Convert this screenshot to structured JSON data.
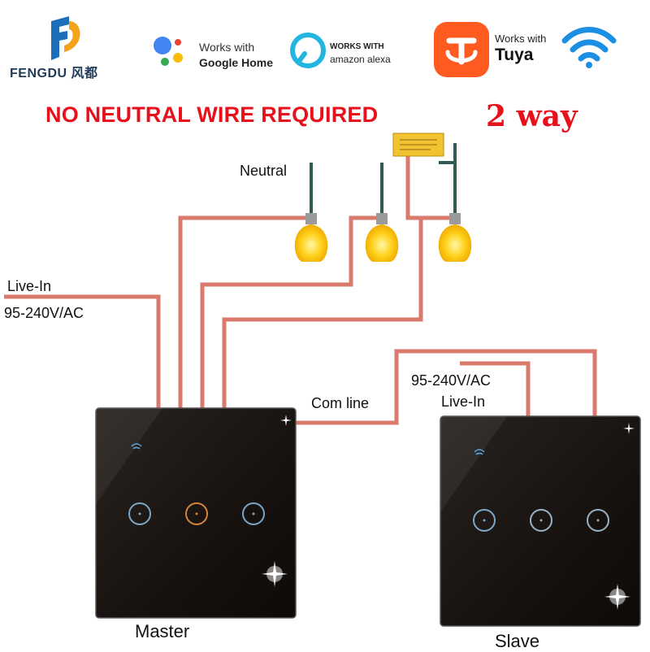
{
  "brand": {
    "name": "FENGDU 风都"
  },
  "badges": {
    "google": {
      "works": "Works with",
      "product": "Google Home"
    },
    "alexa": {
      "works": "WORKS WITH",
      "product": "amazon alexa"
    },
    "tuya": {
      "works": "Works with",
      "product": "Tuya"
    }
  },
  "headline": "NO NEUTRAL WIRE REQUIRED",
  "mode": "2 way",
  "labels": {
    "neutral": "Neutral",
    "live_in": "Live-In",
    "voltage": "95-240V/AC",
    "com_line": "Com line",
    "slave_voltage": "95-240V/AC",
    "slave_live_in": "Live-In",
    "master": "Master",
    "slave": "Slave"
  },
  "colors": {
    "headline": "#e8101b",
    "wire": "#d97a6c",
    "neutral_wire": "#2f5a55",
    "panel": "#1c1715",
    "touch_ring": "#7aa6c8",
    "active_ring": "#d4843a",
    "bulb": "#ffd21c"
  },
  "icons": {
    "logo": "fengdu-logo",
    "google": "google-assistant-icon",
    "alexa": "alexa-ring-icon",
    "tuya": "tuya-app-icon",
    "wifi": "wifi-icon",
    "capacitor": "capacitor-icon",
    "bulb": "light-bulb-icon"
  }
}
